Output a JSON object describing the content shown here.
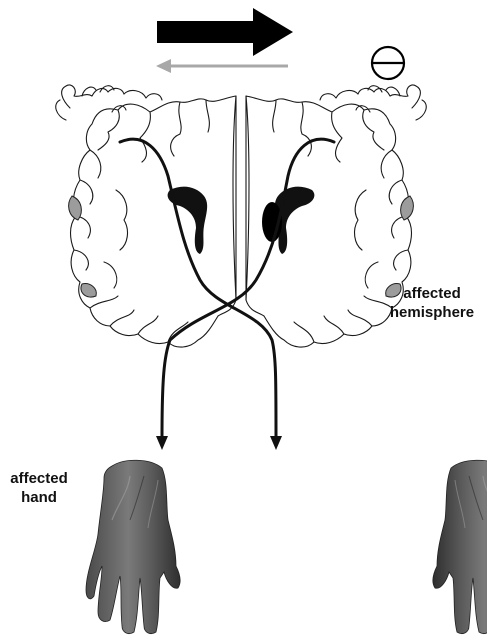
{
  "labels": {
    "affected_hemisphere": [
      "affected",
      "hemisphere"
    ],
    "affected_hand": [
      "affected",
      "hand"
    ]
  },
  "symbols": {
    "inhibition": "⊖"
  },
  "colors": {
    "strong_arrow": "#000000",
    "weak_arrow": "#a8a8a8",
    "brain_outline": "#1a1a1a",
    "ventricle": "#111111",
    "insula_fill": "#9c9c9c",
    "hand_dark": "#3a3a3a",
    "hand_mid": "#6e6e6e",
    "hand_light": "#9a9a9a"
  },
  "icons": {
    "strong_arrow": "arrow-right-icon",
    "weak_arrow": "arrow-left-icon",
    "inhibition": "minus-circle-icon",
    "left_hand": "hand-icon",
    "right_hand": "hand-icon"
  }
}
